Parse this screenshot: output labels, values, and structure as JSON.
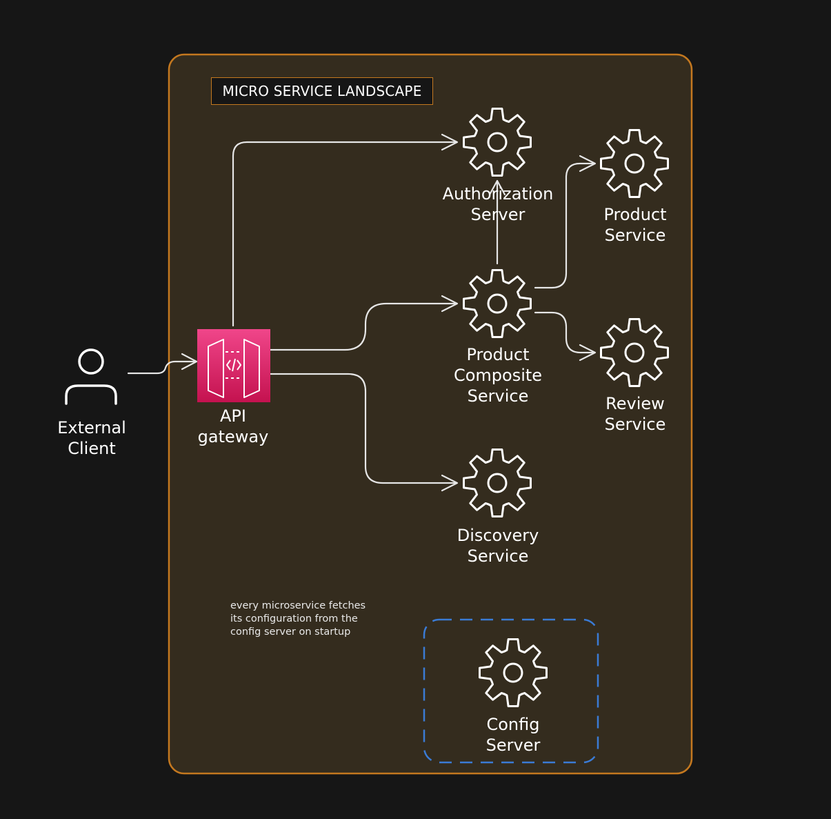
{
  "landscape": {
    "title": "MICRO SERVICE LANDSCAPE",
    "note": "every microservice fetches\nits configuration from the\nconfig server on startup"
  },
  "nodes": {
    "external_client": {
      "label": "External\nClient",
      "icon": "user-icon"
    },
    "api_gateway": {
      "label": "API\ngateway",
      "icon": "api-gateway-icon"
    },
    "authorization_server": {
      "label": "Authorization\nServer",
      "icon": "gear-icon"
    },
    "product_composite": {
      "label": "Product\nComposite\nService",
      "icon": "gear-icon"
    },
    "product_service": {
      "label": "Product\nService",
      "icon": "gear-icon"
    },
    "review_service": {
      "label": "Review\nService",
      "icon": "gear-icon"
    },
    "discovery_service": {
      "label": "Discovery\nService",
      "icon": "gear-icon"
    },
    "config_server": {
      "label": "Config\nServer",
      "icon": "gear-icon"
    }
  },
  "colors": {
    "background": "#161616",
    "landscape_fill": "#342c1e",
    "landscape_border": "#c4781f",
    "config_border": "#3a7bd5",
    "api_gateway": "#e0306e",
    "lines": "#e6e6e6"
  }
}
